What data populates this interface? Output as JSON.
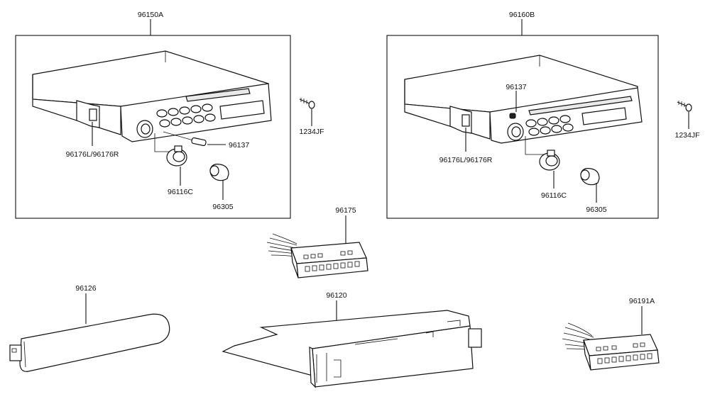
{
  "labels": {
    "assembly_left": "96150A",
    "assembly_right": "96160B",
    "knob_left": "96116C",
    "knob_right": "96116C",
    "bracket_left": "96176L/96176R",
    "bracket_right": "96176L/96176R",
    "bulb_left": "96137",
    "bulb_right": "96137",
    "cap_left": "96305",
    "cap_right": "96305",
    "screw_left": "1234JF",
    "screw_right": "1234JF",
    "harness_top": "96175",
    "harness_right": "96191A",
    "cover": "96126",
    "amplifier": "96120"
  }
}
